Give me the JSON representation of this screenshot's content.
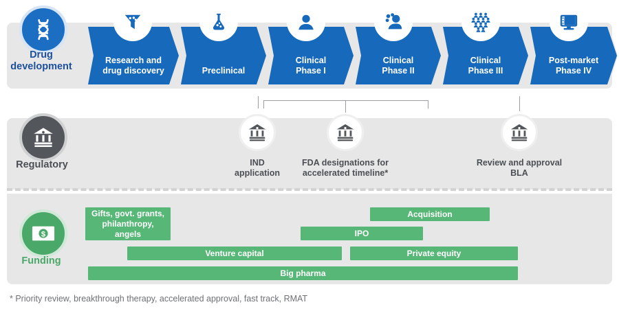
{
  "rows": {
    "development": {
      "label": "Drug\ndevelopment",
      "label_line1": "Drug",
      "label_line2": "development",
      "badge_icon": "dna-icon",
      "accent": "#1c6ec2",
      "stages": [
        {
          "line1": "Research and",
          "line2": "drug discovery",
          "icon": "funnel-icon"
        },
        {
          "line1": "Preclinical",
          "line2": "",
          "icon": "flask-icon"
        },
        {
          "line1": "Clinical",
          "line2": "Phase I",
          "icon": "person-icon"
        },
        {
          "line1": "Clinical",
          "line2": "Phase II",
          "icon": "people-group-icon"
        },
        {
          "line1": "Clinical",
          "line2": "Phase III",
          "icon": "crowd-icon"
        },
        {
          "line1": "Post-market",
          "line2": "Phase IV",
          "icon": "monitor-icon"
        }
      ]
    },
    "regulatory": {
      "label": "Regulatory",
      "badge_icon": "bank-icon",
      "accent": "#53575c",
      "milestones": [
        {
          "line1": "IND",
          "line2": "application",
          "icon": "bank-icon"
        },
        {
          "line1": "FDA designations for",
          "line2": "accelerated timeline*",
          "icon": "bank-icon"
        },
        {
          "line1": "Review and approval",
          "line2": "BLA",
          "icon": "bank-icon"
        }
      ]
    },
    "funding": {
      "label": "Funding",
      "badge_icon": "money-icon",
      "accent": "#4aa868",
      "bars": [
        {
          "label": "Gifts, govt. grants, philanthropy, angels",
          "line1": "Gifts, govt. grants,",
          "line2": "philanthropy,",
          "line3": "angels"
        },
        {
          "label": "Acquisition",
          "line1": "Acquisition",
          "line2": "",
          "line3": ""
        },
        {
          "label": "IPO",
          "line1": "IPO",
          "line2": "",
          "line3": ""
        },
        {
          "label": "Venture capital",
          "line1": "Venture capital",
          "line2": "",
          "line3": ""
        },
        {
          "label": "Private equity",
          "line1": "Private equity",
          "line2": "",
          "line3": ""
        },
        {
          "label": "Big pharma",
          "line1": "Big pharma",
          "line2": "",
          "line3": ""
        }
      ]
    }
  },
  "footnote": "* Priority review, breakthrough therapy, accelerated approval, fast track, RMAT"
}
